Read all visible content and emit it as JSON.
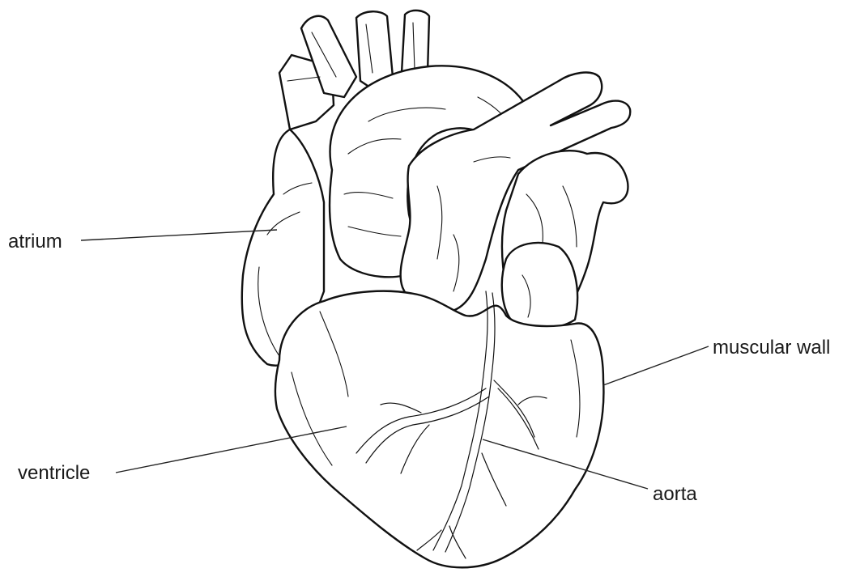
{
  "labels": {
    "atrium": "atrium",
    "ventricle": "ventricle",
    "muscular_wall": "muscular wall",
    "aorta": "aorta"
  }
}
